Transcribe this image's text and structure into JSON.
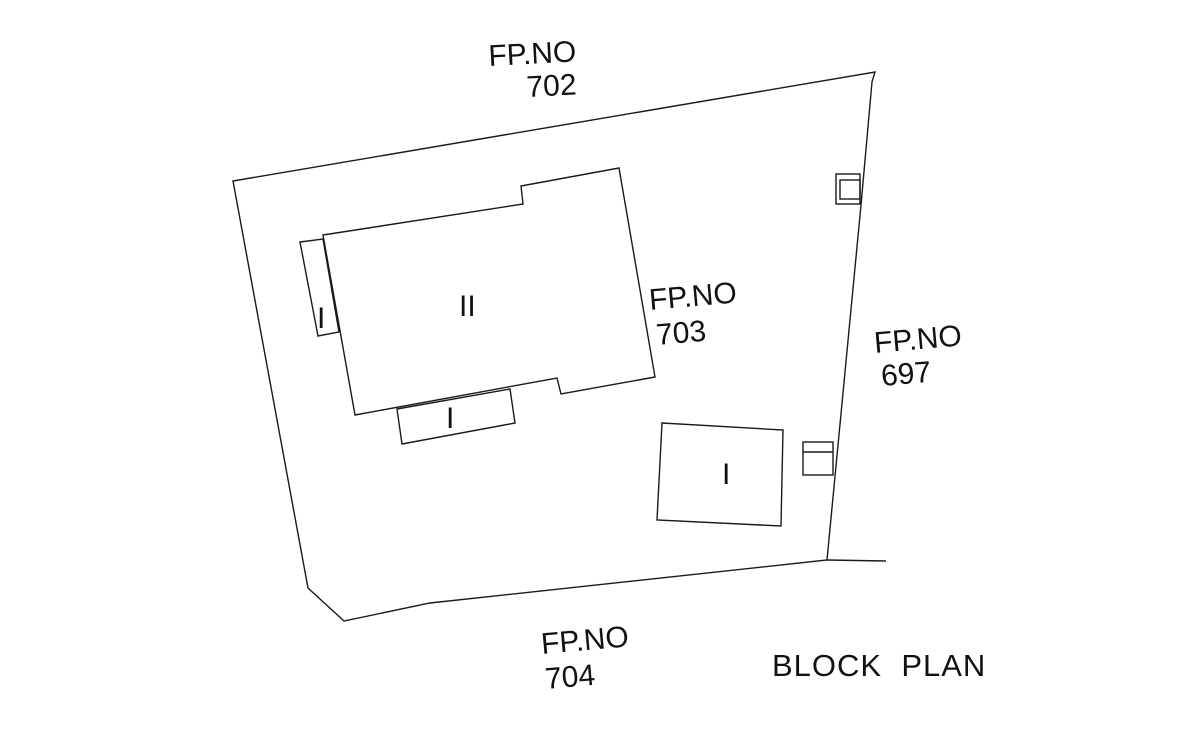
{
  "title": "BLOCK  PLAN",
  "neighbors": {
    "north": {
      "label": "FP.NO",
      "number": "702"
    },
    "center": {
      "label": "FP.NO",
      "number": "703"
    },
    "east": {
      "label": "FP.NO",
      "number": "697"
    },
    "south": {
      "label": "FP.NO",
      "number": "704"
    }
  },
  "floors": {
    "main_building": "II",
    "west_annex": "I",
    "south_annex": "I",
    "outbuilding": "I"
  }
}
